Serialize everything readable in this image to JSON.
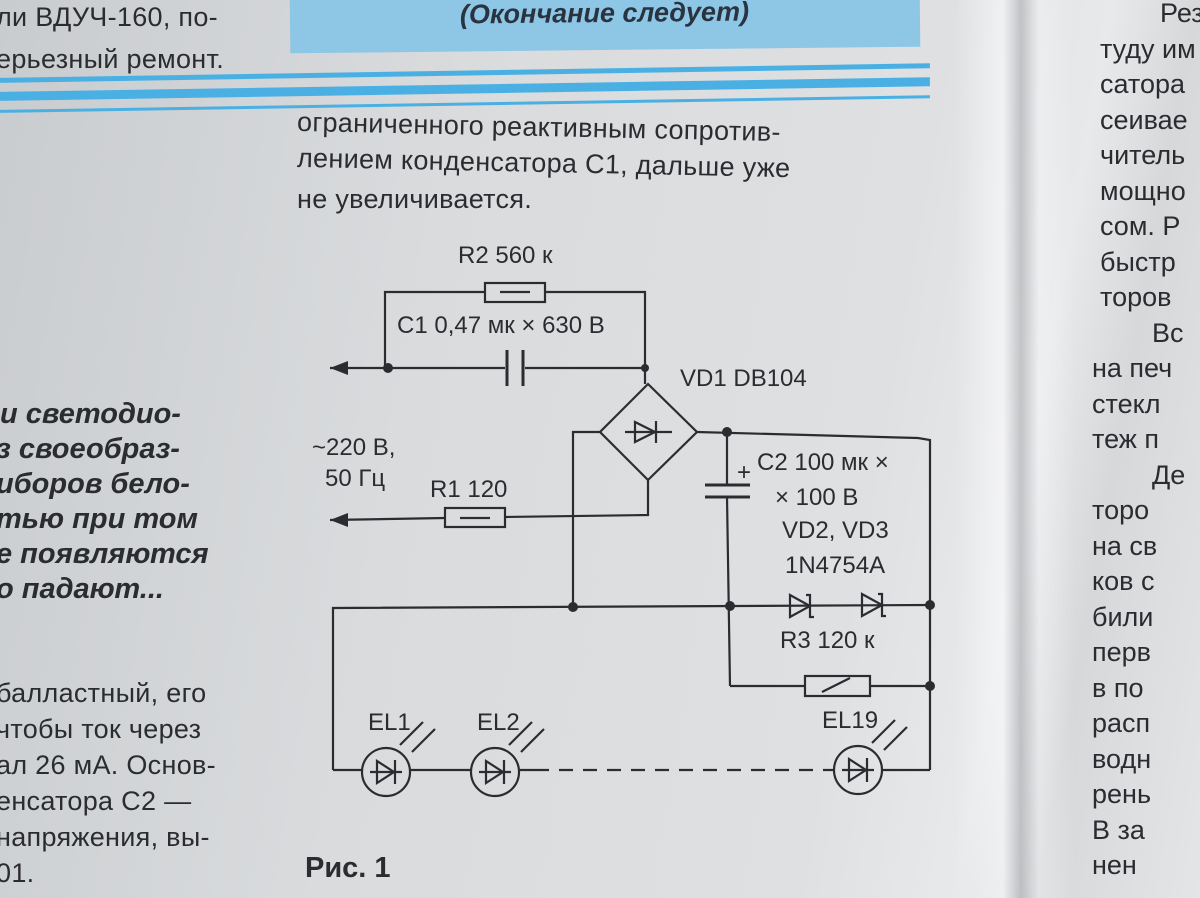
{
  "header_banner": "(Окончание следует)",
  "left_column_top": [
    "ли ВДУЧ-160, по-",
    "ерьезный ремонт."
  ],
  "left_column_lead": [
    "и светодио-",
    "з своеобраз-",
    "иборов бело-",
    "тью при том",
    "е появляются",
    "о падают..."
  ],
  "left_column_body": [
    "балластный, его",
    "чтобы ток через",
    "ал 26 мА. Основ-",
    "енсатора С2 —",
    "напряжения, вы-",
    "01."
  ],
  "middle_column_text": [
    "ограниченного реактивным сопротив-",
    "лением конденсатора С1, дальше уже",
    "не увеличивается."
  ],
  "right_column_text": [
    "Рези",
    "туду им",
    "сатора",
    "сеивае",
    "читель",
    "мощно",
    "сом. Р",
    "быстр",
    "торов",
    "Вс",
    "на печ",
    "стекл",
    "теж п",
    "Де",
    "торо",
    "на св",
    "ков с",
    "били",
    "перв",
    "в по",
    "расп",
    "водн",
    "рень",
    "В за",
    "нен"
  ],
  "figure_caption": "Рис. 1",
  "circuit": {
    "r2": "R2 560 к",
    "c1": "C1 0,47 мк × 630 В",
    "vd1": "VD1 DB104",
    "mains_voltage": "~220 В,",
    "mains_freq": "50 Гц",
    "r1": "R1 120",
    "c2_line1": "C2 100 мк ×",
    "c2_line2": "× 100 В",
    "c2_plus": "+",
    "zener_label": "VD2, VD3",
    "zener_part": "1N4754A",
    "r3": "R3 120 к",
    "el1": "EL1",
    "el2": "EL2",
    "el19": "EL19"
  }
}
